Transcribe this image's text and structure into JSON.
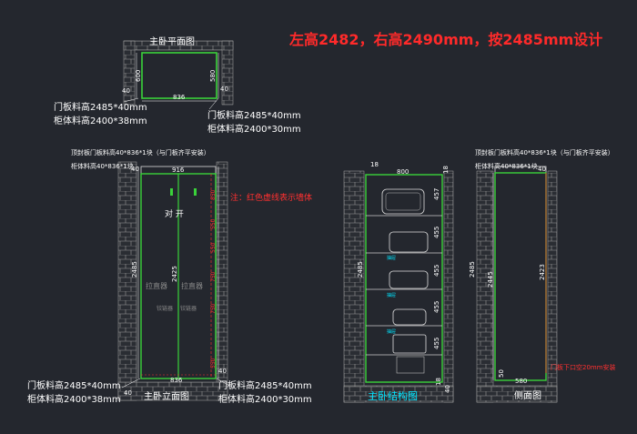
{
  "header_note": "左高2482，右高2490mm，按2485mm设计",
  "plan_view": {
    "title": "主卧平面图",
    "width": "836",
    "left_depth": "600",
    "right_depth": "580",
    "corner_left": "40",
    "corner_right": "40",
    "note_left_1": "门板料高2485*40mm",
    "note_left_2": "柜体料高2400*38mm",
    "note_right_1": "门板料高2485*40mm",
    "note_right_2": "柜体料高2400*30mm"
  },
  "elevation_view": {
    "title": "主卧立面图",
    "top_note_1": "顶封板门板料高40*836*1块（与门板齐平安装）",
    "top_note_2": "柜体料高40*836*1块",
    "top_gap": "40",
    "width": "916",
    "total_height": "2485",
    "inner_height": "2425",
    "bottom_width": "836",
    "bottom_left": "40",
    "bottom_right": "40",
    "door_label": "对  开",
    "mirror_left": "拉直器",
    "mirror_right": "拉直器",
    "hinge_left": "铰链器",
    "hinge_right": "铰链器",
    "red_marks": [
      "850",
      "550",
      "550",
      "750",
      "750",
      "550"
    ],
    "wall_note": "注：红色虚线表示墙体",
    "note_left_1": "门板料高2485*40mm",
    "note_left_2": "柜体料高2400*38mm",
    "note_right_1": "门板料高2485*40mm",
    "note_right_2": "柜体料高2400*30mm"
  },
  "structure_view": {
    "title": "主卧结构图",
    "top_left": "18",
    "width": "800",
    "top_right": "18",
    "height": "2485",
    "shelf_labels": [
      "457",
      "455",
      "455",
      "455",
      "455"
    ],
    "drawer_labels": [
      "抽屉",
      "抽屉",
      "抽屉"
    ],
    "bottom_marks": [
      "18",
      "40"
    ]
  },
  "side_view": {
    "title": "侧面图",
    "top_note_1": "顶封板门板料高40*836*1块（与门板齐平安装）",
    "top_note_2": "柜体料高40*836*1块",
    "top_gap": "40",
    "outer_height": "2485",
    "inner_height": "2445",
    "right_height": "2423",
    "depth": "580",
    "bottom_gap": "50",
    "bottom_note": "门板下口空20mm安装"
  }
}
